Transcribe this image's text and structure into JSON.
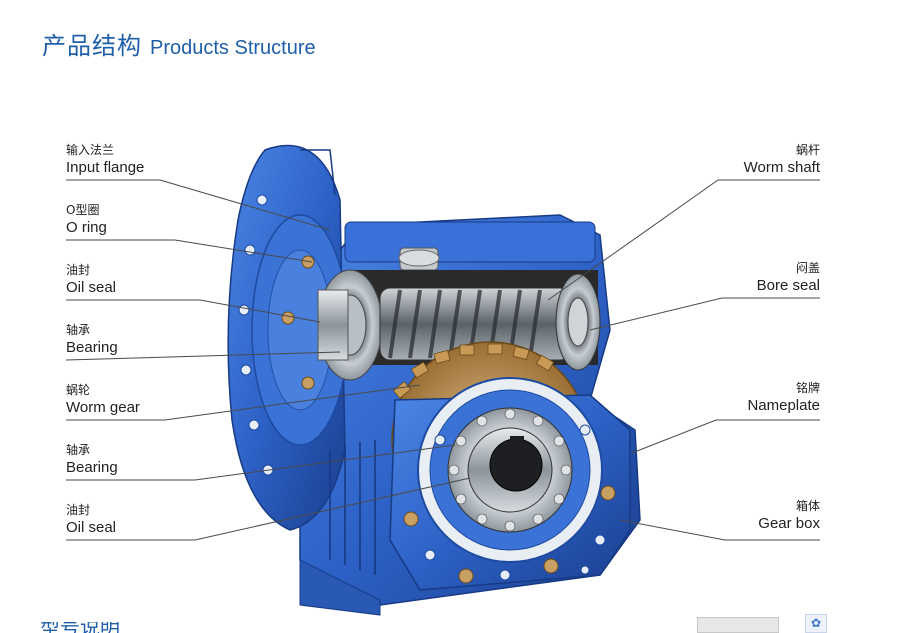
{
  "header": {
    "title_zh": "产品结构",
    "title_en": "Products Structure"
  },
  "left_labels": [
    {
      "zh": "输入法兰",
      "en": "Input flange"
    },
    {
      "zh": "O型圈",
      "en": "O ring"
    },
    {
      "zh": "油封",
      "en": "Oil seal"
    },
    {
      "zh": "轴承",
      "en": "Bearing"
    },
    {
      "zh": "蜗轮",
      "en": "Worm gear"
    },
    {
      "zh": "轴承",
      "en": "Bearing"
    },
    {
      "zh": "油封",
      "en": "Oil seal"
    }
  ],
  "right_labels": [
    {
      "zh": "蜗杆",
      "en": "Worm shaft"
    },
    {
      "zh": "闷盖",
      "en": "Bore seal"
    },
    {
      "zh": "铭牌",
      "en": "Nameplate"
    },
    {
      "zh": "箱体",
      "en": "Gear box"
    }
  ],
  "footer": {
    "text_fragment": "型号说明"
  },
  "colors": {
    "title": "#1f5fa8",
    "housing_blue": "#2f63c9",
    "bronze": "#b58a4a",
    "steel": "#9aa3ad"
  }
}
